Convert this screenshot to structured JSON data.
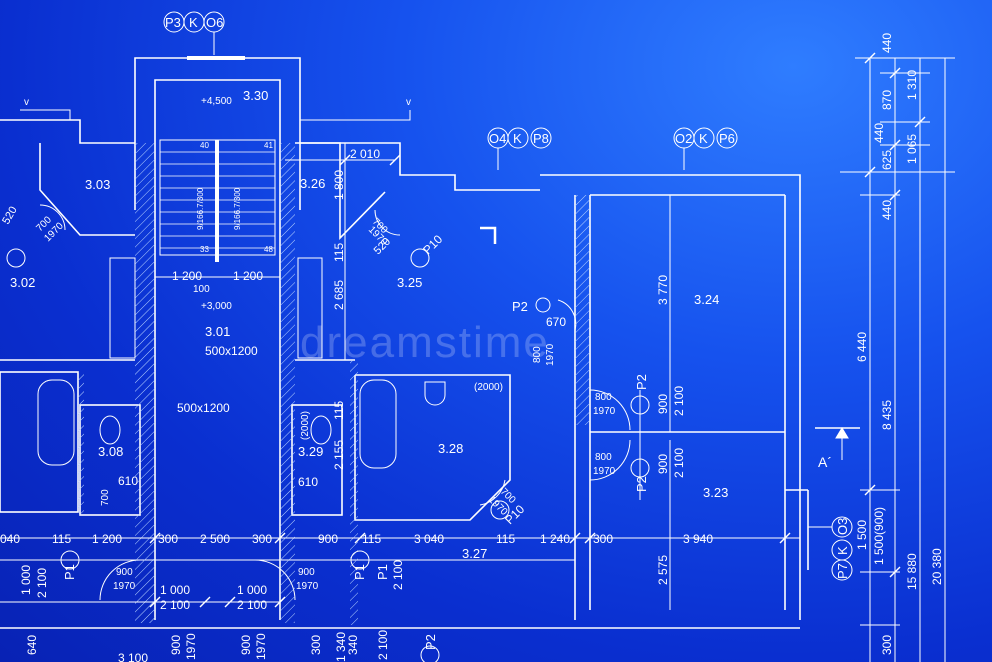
{
  "colors": {
    "line": "#ffffff",
    "line_soft": "#b9d4ff",
    "bg_dark": "#0822b4",
    "bg_light": "#2f7dff"
  },
  "watermark": "dreamstime",
  "labels": [
    {
      "text": "3.30",
      "size": 13
    },
    {
      "text": "+4,500",
      "size": 10
    },
    {
      "text": "3.03",
      "size": 13
    },
    {
      "text": "3.02",
      "size": 13
    },
    {
      "text": "3.26",
      "size": 13
    },
    {
      "text": "2 010",
      "size": 12
    },
    {
      "text": "1 800",
      "size": 12
    },
    {
      "text": "3.25",
      "size": 13
    },
    {
      "text": "3.24",
      "size": 13
    },
    {
      "text": "3.01",
      "size": 13
    },
    {
      "text": "500x1200",
      "size": 12
    },
    {
      "text": "500x1200",
      "size": 12
    },
    {
      "text": "1 200",
      "size": 12
    },
    {
      "text": "1 200",
      "size": 12
    },
    {
      "text": "100",
      "size": 10
    },
    {
      "text": "+3,000",
      "size": 10
    },
    {
      "text": "P2",
      "size": 13
    },
    {
      "text": "670",
      "size": 12
    },
    {
      "text": "800",
      "size": 10
    },
    {
      "text": "1970",
      "size": 10
    },
    {
      "text": "3 770",
      "size": 12
    },
    {
      "text": "2 685",
      "size": 12
    },
    {
      "text": "115",
      "size": 12
    },
    {
      "text": "3.28",
      "size": 13
    },
    {
      "text": "(2000)",
      "size": 10
    },
    {
      "text": "3.08",
      "size": 13
    },
    {
      "text": "610",
      "size": 12
    },
    {
      "text": "700",
      "size": 10
    },
    {
      "text": "3.29",
      "size": 13
    },
    {
      "text": "610",
      "size": 12
    },
    {
      "text": "(2000)",
      "size": 10
    },
    {
      "text": "2 155",
      "size": 12
    },
    {
      "text": "115",
      "size": 12
    },
    {
      "text": "800",
      "size": 10
    },
    {
      "text": "1970",
      "size": 10
    },
    {
      "text": "900",
      "size": 12
    },
    {
      "text": "2 100",
      "size": 12
    },
    {
      "text": "P2",
      "size": 13
    },
    {
      "text": "800",
      "size": 10
    },
    {
      "text": "1970",
      "size": 10
    },
    {
      "text": "900",
      "size": 12
    },
    {
      "text": "2 100",
      "size": 12
    },
    {
      "text": "P2",
      "size": 13
    },
    {
      "text": "3.23",
      "size": 13
    },
    {
      "text": "A´",
      "size": 14
    },
    {
      "text": "6 440",
      "size": 12
    },
    {
      "text": "8 435",
      "size": 12
    },
    {
      "text": "1 500",
      "size": 12
    },
    {
      "text": "1 500(900)",
      "size": 12
    },
    {
      "text": "15 880",
      "size": 12
    },
    {
      "text": "20 380",
      "size": 12
    },
    {
      "text": "440",
      "size": 12
    },
    {
      "text": "870",
      "size": 12
    },
    {
      "text": "1 310",
      "size": 12
    },
    {
      "text": "440",
      "size": 12
    },
    {
      "text": "625",
      "size": 12
    },
    {
      "text": "1 065",
      "size": 12
    },
    {
      "text": "440",
      "size": 12
    },
    {
      "text": "300",
      "size": 12
    },
    {
      "text": "040",
      "size": 12
    },
    {
      "text": "115",
      "size": 12
    },
    {
      "text": "1 200",
      "size": 12
    },
    {
      "text": "300",
      "size": 12
    },
    {
      "text": "2 500",
      "size": 12
    },
    {
      "text": "300",
      "size": 12
    },
    {
      "text": "900",
      "size": 12
    },
    {
      "text": "115",
      "size": 12
    },
    {
      "text": "3 040",
      "size": 12
    },
    {
      "text": "115",
      "size": 12
    },
    {
      "text": "1 240",
      "size": 12
    },
    {
      "text": "300",
      "size": 12
    },
    {
      "text": "3 940",
      "size": 12
    },
    {
      "text": "3.27",
      "size": 13
    },
    {
      "text": "2 575",
      "size": 12
    },
    {
      "text": "900",
      "size": 10
    },
    {
      "text": "1970",
      "size": 10
    },
    {
      "text": "1 000",
      "size": 12
    },
    {
      "text": "1 000",
      "size": 12
    },
    {
      "text": "2 100",
      "size": 12
    },
    {
      "text": "2 100",
      "size": 12
    },
    {
      "text": "900",
      "size": 10
    },
    {
      "text": "1970",
      "size": 10
    },
    {
      "text": "1 000",
      "size": 12
    },
    {
      "text": "2 100",
      "size": 12
    },
    {
      "text": "2 100",
      "size": 12
    },
    {
      "text": "P1",
      "size": 13
    },
    {
      "text": "P1",
      "size": 13
    },
    {
      "text": "P1",
      "size": 13
    },
    {
      "text": "340",
      "size": 12
    },
    {
      "text": "3 100",
      "size": 12
    },
    {
      "text": "900",
      "size": 12
    },
    {
      "text": "1970",
      "size": 12
    },
    {
      "text": "900",
      "size": 12
    },
    {
      "text": "1970",
      "size": 12
    },
    {
      "text": "640",
      "size": 12
    },
    {
      "text": "300",
      "size": 12
    },
    {
      "text": "1 340",
      "size": 12
    },
    {
      "text": "2 100",
      "size": 12
    },
    {
      "text": "P2",
      "size": 13
    },
    {
      "text": "520",
      "size": 11
    },
    {
      "text": "700",
      "size": 10
    },
    {
      "text": "1970",
      "size": 10
    },
    {
      "text": "700",
      "size": 10
    },
    {
      "text": "1970",
      "size": 10
    },
    {
      "text": "520",
      "size": 11
    },
    {
      "text": "P10",
      "size": 12
    },
    {
      "text": "700",
      "size": 10
    },
    {
      "text": "1970",
      "size": 10
    },
    {
      "text": "P10",
      "size": 12
    },
    {
      "text": "9/166.7/300",
      "size": 8
    },
    {
      "text": "9/166.7/300",
      "size": 8
    },
    {
      "text": "40",
      "size": 8
    },
    {
      "text": "41",
      "size": 8
    },
    {
      "text": "33",
      "size": 8
    },
    {
      "text": "48",
      "size": 8
    },
    {
      "text": "v",
      "size": 10
    },
    {
      "text": "v",
      "size": 10
    }
  ],
  "tags": [
    {
      "a": "P3",
      "b": "K",
      "c": "O6"
    },
    {
      "a": "O4",
      "b": "K",
      "c": "P8"
    },
    {
      "a": "O2",
      "b": "K",
      "c": "P6"
    },
    {
      "a": "P7",
      "b": "K",
      "c": "O3"
    }
  ]
}
